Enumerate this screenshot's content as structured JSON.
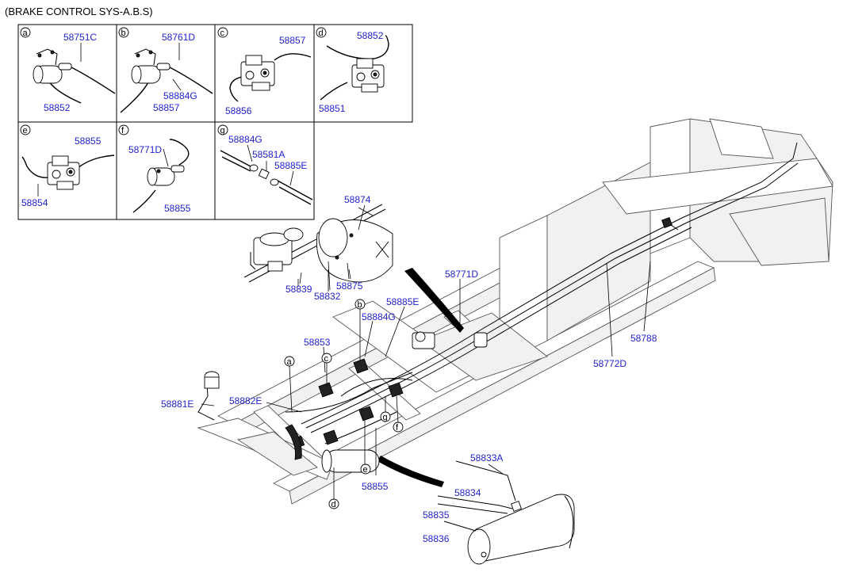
{
  "title": "(BRAKE CONTROL SYS-A.B.S)",
  "detail_boxes": [
    {
      "letter": "a",
      "parts": [
        "58751C",
        "58852"
      ]
    },
    {
      "letter": "b",
      "parts": [
        "58761D",
        "58884G",
        "58857"
      ]
    },
    {
      "letter": "c",
      "parts": [
        "58857",
        "58856"
      ]
    },
    {
      "letter": "d",
      "parts": [
        "58852",
        "58851"
      ]
    },
    {
      "letter": "e",
      "parts": [
        "58855",
        "58854"
      ]
    },
    {
      "letter": "f",
      "parts": [
        "58771D",
        "58855"
      ]
    },
    {
      "letter": "g",
      "parts": [
        "58884G",
        "58581A",
        "58885E"
      ]
    }
  ],
  "main_labels": [
    "58874",
    "58839",
    "58832",
    "58875",
    "58771D",
    "58885E",
    "58884G",
    "58853",
    "58882E",
    "58881E",
    "58788",
    "58772D",
    "58855",
    "58833A",
    "58834",
    "58835",
    "58836"
  ],
  "callout_letters": [
    "b",
    "a",
    "c",
    "g",
    "f",
    "e",
    "d"
  ]
}
